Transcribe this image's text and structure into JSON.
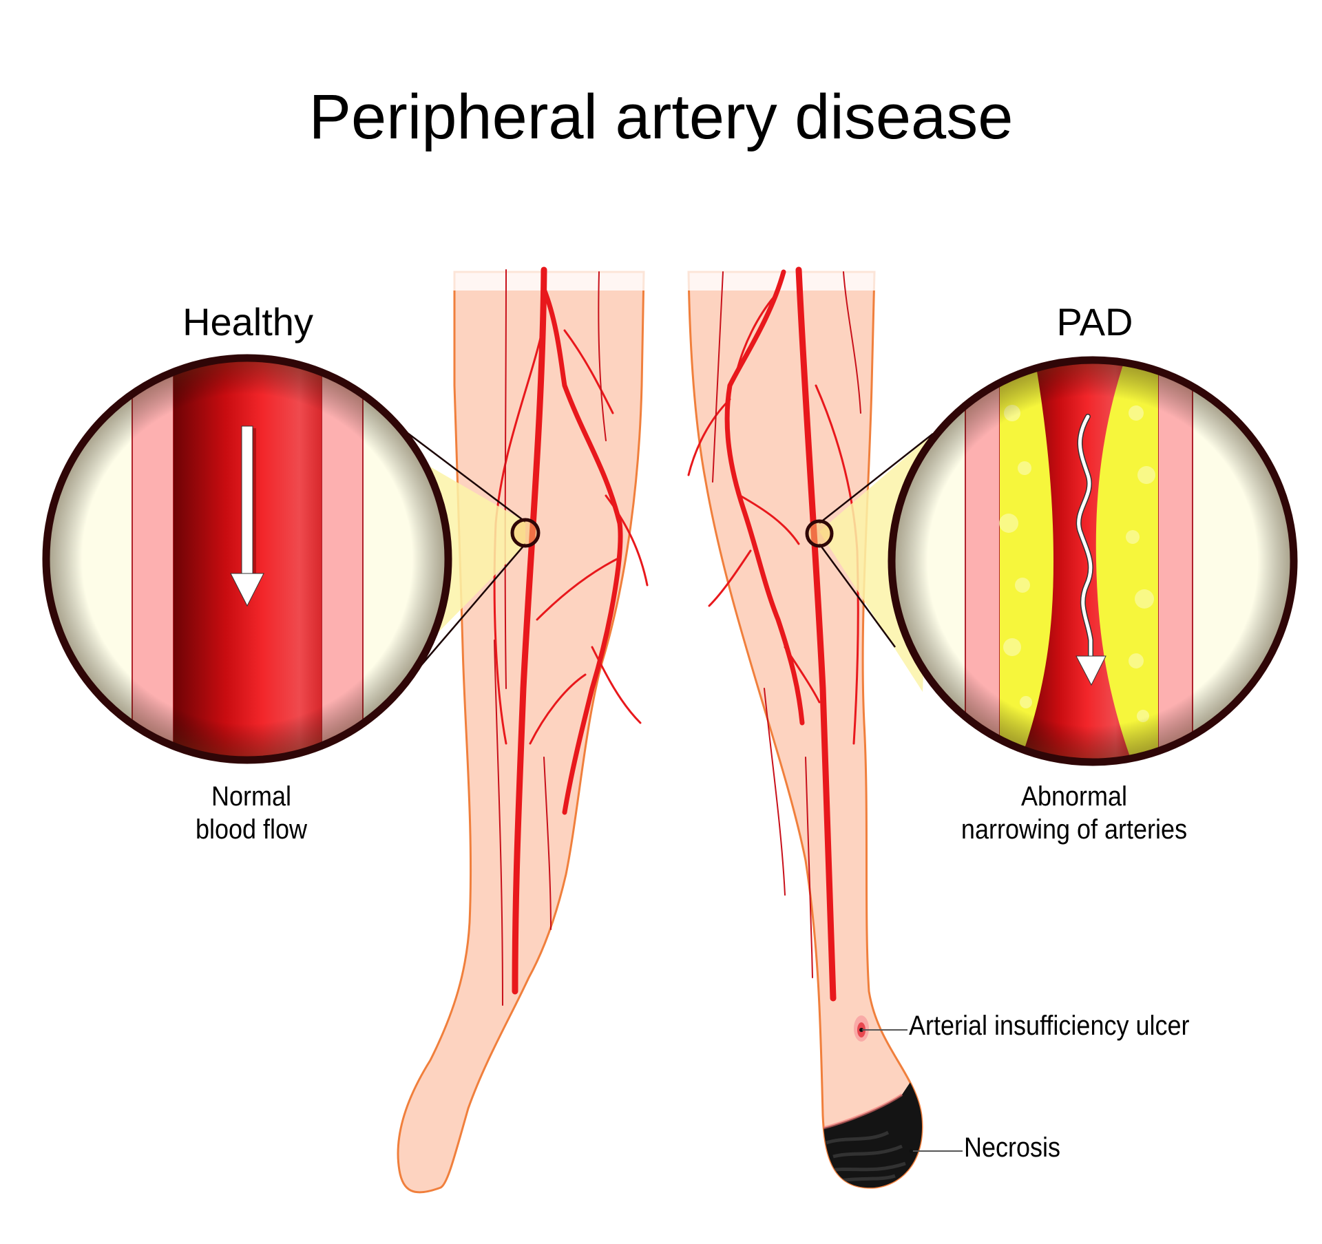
{
  "title": "Peripheral artery disease",
  "panels": {
    "healthy": {
      "heading": "Healthy",
      "caption_line1": "Normal",
      "caption_line2": "blood flow"
    },
    "pad": {
      "heading": "PAD",
      "caption_line1": "Abnormal",
      "caption_line2": "narrowing of arteries"
    }
  },
  "annotations": {
    "ulcer": "Arterial insufficiency ulcer",
    "necrosis": "Necrosis"
  },
  "colors": {
    "skin": "#fdd3c0",
    "skin_outline": "#f07f3c",
    "artery": "#e8181c",
    "blood_dark": "#8a0608",
    "vessel_wall": "#fdb0b0",
    "tissue": "#fefde8",
    "plaque": "#f6f63c",
    "lens_rim": "#2f0607",
    "magnifier_cone": "#fbf3a8",
    "necrosis": "#141414"
  }
}
